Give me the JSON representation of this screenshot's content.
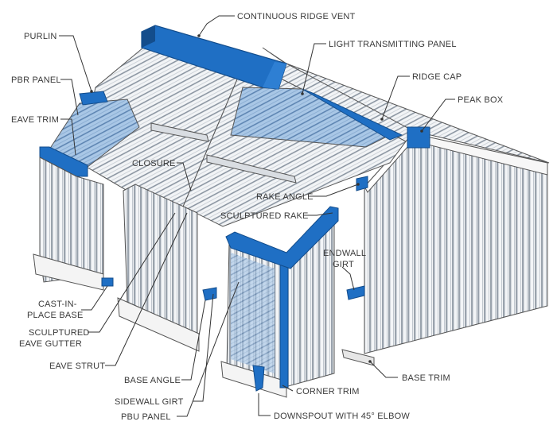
{
  "colors": {
    "trim_blue": "#1f6fc4",
    "trim_blue_dark": "#134d8c",
    "panel_light": "#eef1f4",
    "panel_rib": "#8d97a3",
    "translucent": "#9fbfe0",
    "outline": "#555555"
  },
  "labels": {
    "continuous_ridge_vent": "CONTINUOUS RIDGE VENT",
    "purlin": "PURLIN",
    "light_transmitting_panel": "LIGHT TRANSMITTING PANEL",
    "pbr_panel": "PBR PANEL",
    "ridge_cap": "RIDGE CAP",
    "eave_trim": "EAVE TRIM",
    "peak_box": "PEAK BOX",
    "closure": "CLOSURE",
    "rake_angle": "RAKE ANGLE",
    "sculptured_rake": "SCULPTURED RAKE",
    "endwall_girt_1": "ENDWALL",
    "endwall_girt_2": "GIRT",
    "cast_in_place_base_1": "CAST-IN-",
    "cast_in_place_base_2": "PLACE BASE",
    "sculptured_eave_gutter_1": "SCULPTURED",
    "sculptured_eave_gutter_2": "EAVE GUTTER",
    "eave_strut": "EAVE STRUT",
    "base_angle": "BASE ANGLE",
    "base_trim": "BASE TRIM",
    "sidewall_girt": "SIDEWALL GIRT",
    "corner_trim": "CORNER TRIM",
    "pbu_panel": "PBU PANEL",
    "downspout": "DOWNSPOUT WITH 45° ELBOW"
  }
}
